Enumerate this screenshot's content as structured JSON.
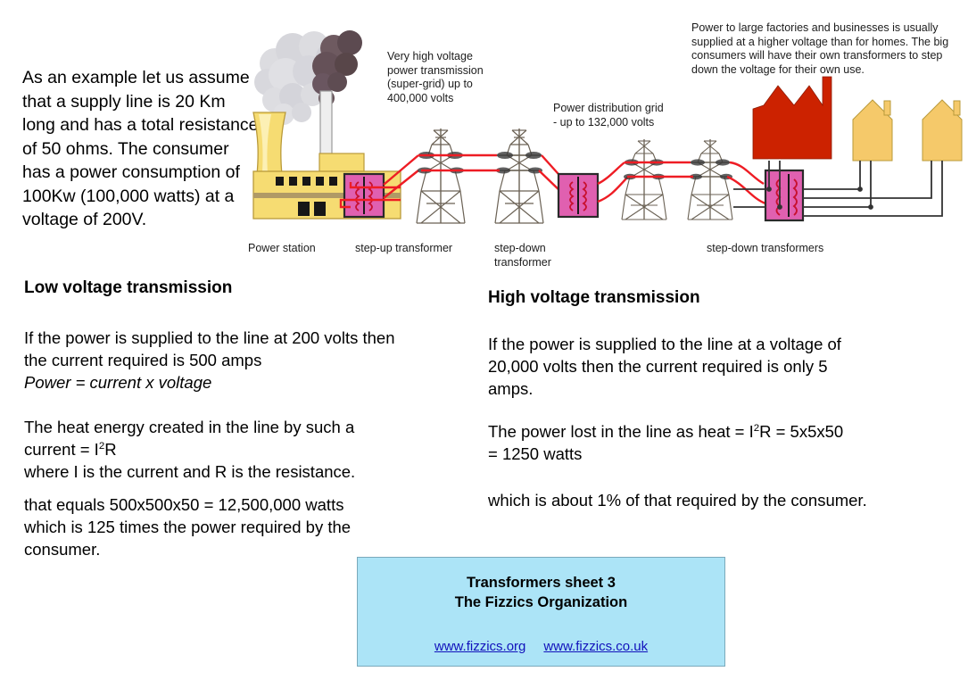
{
  "intro": {
    "text": "As an example let us assume that a supply line is 20 Km long and has a total resistance of 50 ohms. The consumer has a power consumption of 100Kw (100,000 watts) at a voltage of 200V."
  },
  "diagram": {
    "labels": {
      "supergrid": "Very high voltage power transmission (super-grid) up to 400,000 volts",
      "distribution_grid": "Power distribution grid - up to 132,000 volts",
      "big_consumers": "Power to large factories and businesses is usually supplied at a higher voltage than for homes. The big consumers will have their own transformers to step down the voltage for their own use."
    },
    "captions": {
      "power_station": "Power station",
      "step_up": "step-up transformer",
      "step_down": "step-down transformer",
      "step_down_plural": "step-down transformers"
    },
    "colors": {
      "power_line": "#ee1c24",
      "transformer": "#e060b0",
      "cooling_tower": "#f7dc6f",
      "factory": "#cc2200",
      "house": "#f5c96a",
      "smoke_light": "#d8d8dc",
      "smoke_dark": "#5f4f55",
      "distribution_line": "#333333"
    }
  },
  "low_voltage": {
    "heading": "Low voltage transmission",
    "block1_line1": "If the power is supplied to the line at 200 volts then",
    "block1_line2": "the current required is 500 amps",
    "block1_line3": "Power = current x voltage",
    "block2_line1": "The heat energy created in the line by such a",
    "block2_line2_pre": "current = I",
    "block2_line2_sup": "2",
    "block2_line2_post": "R",
    "block2_line3": "where I is the current and R is the resistance.",
    "block3_line1": "that equals 500x500x50 = 12,500,000 watts",
    "block3_line2": "which is 125 times the power required by the",
    "block3_line3": "consumer."
  },
  "high_voltage": {
    "heading": "High voltage transmission",
    "block1_line1": "If the power is supplied to the line at a voltage of",
    "block1_line2": "20,000 volts then the current required is only 5",
    "block1_line3": "amps.",
    "block2_line1_pre": "The power lost in the line as heat = I",
    "block2_line1_sup": "2",
    "block2_line1_post": "R = 5x5x50",
    "block2_line2": "= 1250 watts",
    "block3_line1": "which is about 1% of that required by the consumer."
  },
  "footer": {
    "title_line1": "Transformers sheet 3",
    "title_line2": "The Fizzics Organization",
    "link1": "www.fizzics.org",
    "link2": "www.fizzics.co.uk",
    "background": "#ace4f7",
    "link_color": "#1111bb"
  }
}
